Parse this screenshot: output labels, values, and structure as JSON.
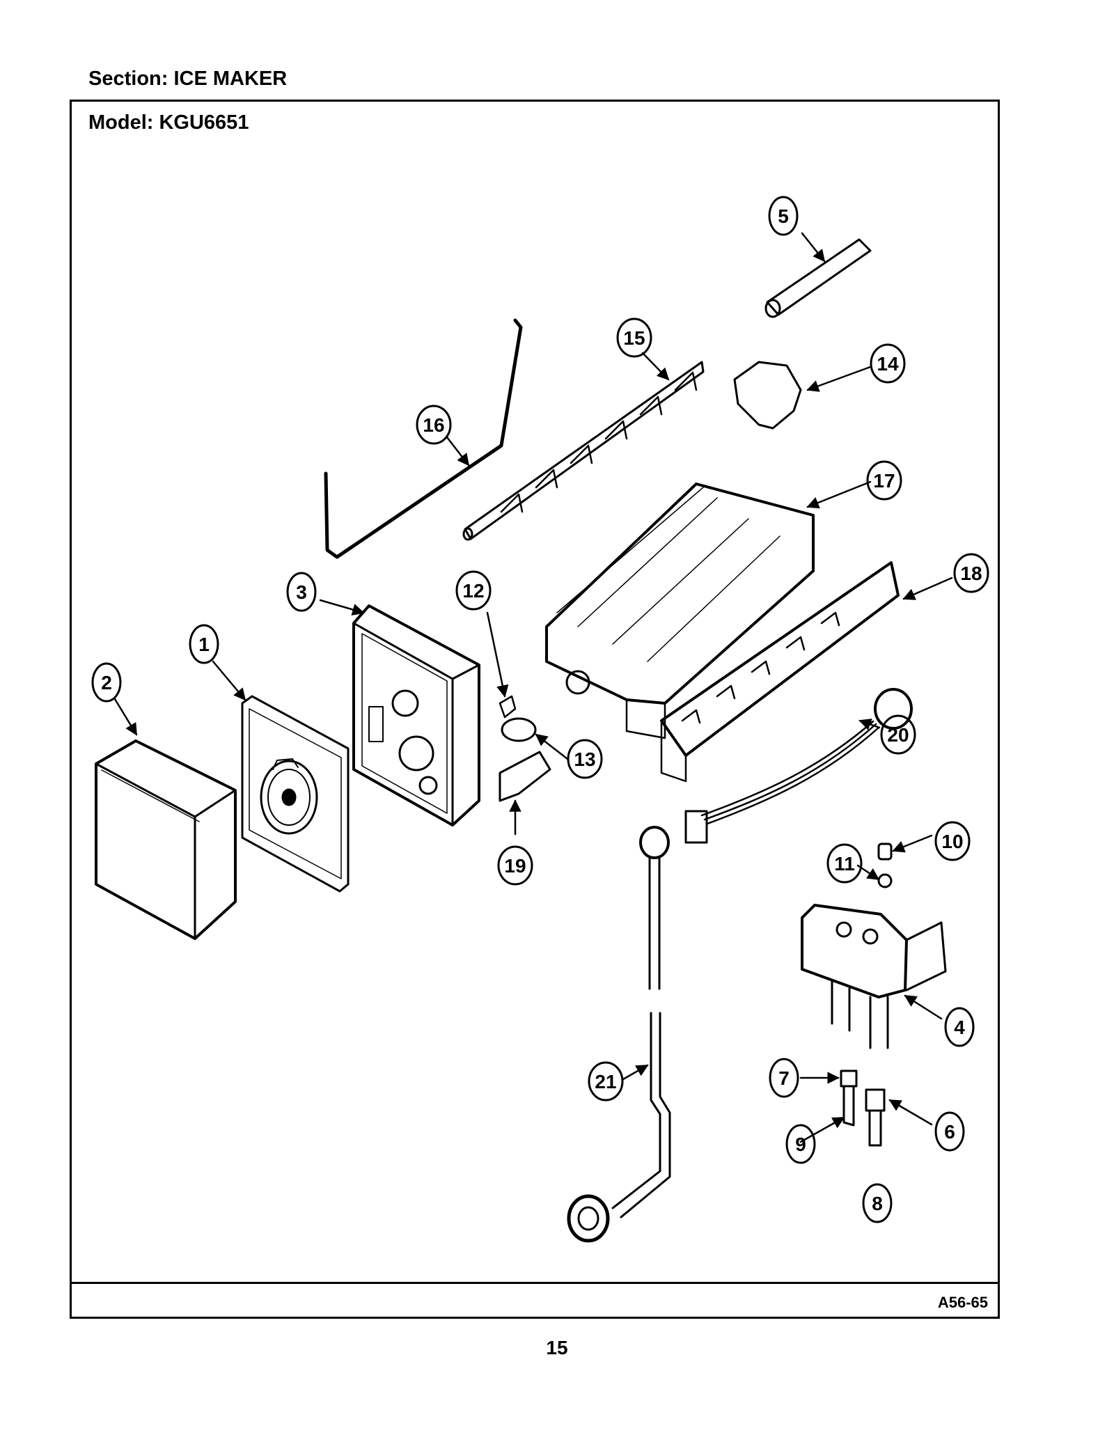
{
  "header": {
    "section": "Section:  ICE MAKER"
  },
  "frame": {
    "model": "Model:  KGU6651",
    "figure_code": "A56-65"
  },
  "footer": {
    "page_number": "15"
  },
  "callouts": [
    "1",
    "2",
    "3",
    "4",
    "5",
    "6",
    "7",
    "8",
    "9",
    "10",
    "11",
    "12",
    "13",
    "14",
    "15",
    "16",
    "17",
    "18",
    "19",
    "20",
    "21"
  ]
}
